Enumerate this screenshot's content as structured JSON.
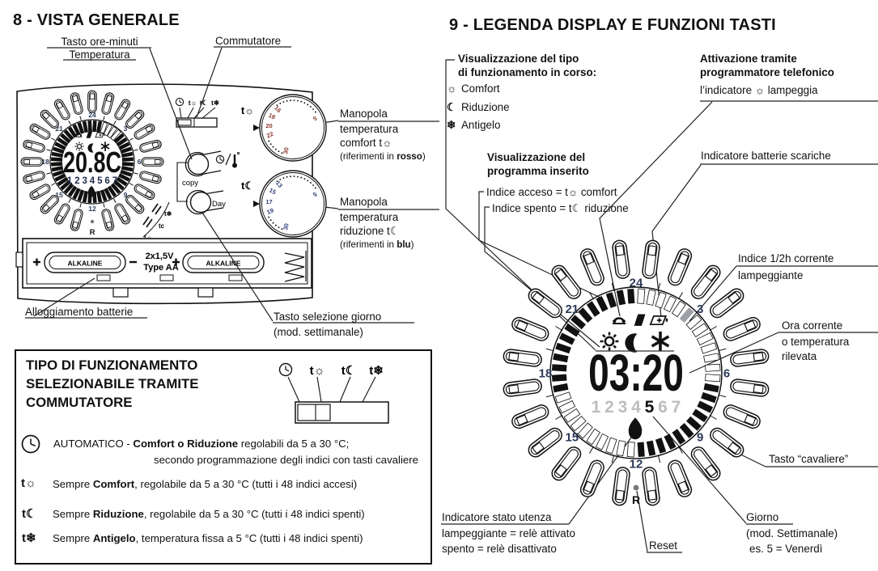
{
  "page": {
    "bg": "#ffffff",
    "ink": "#1a1a1a"
  },
  "left": {
    "title": "8 - VISTA GENERALE",
    "tasto_ore": {
      "l1": "Tasto ore-minuti",
      "l2": "Temperatura"
    },
    "commutatore": "Commutatore",
    "manopola_comfort": {
      "l1": "Manopola",
      "l2": "temperatura",
      "l3": "comfort t☼",
      "l4_pre": "(riferimenti in ",
      "l4_bold": "rosso",
      "l4_post": ")"
    },
    "manopola_riduzione": {
      "l1": "Manopola",
      "l2": "temperatura",
      "l3": "riduzione t☾",
      "l4_pre": "(riferimenti in ",
      "l4_bold": "blu",
      "l4_post": ")"
    },
    "alloggiamento": "Alloggiamento batterie",
    "tasto_giorno": {
      "l1": "Tasto selezione giorno",
      "l2": "(mod. settimanale)"
    },
    "device": {
      "copy": "copy",
      "day": "Day",
      "alkaline": "ALKALINE",
      "battery_spec_1": "2x1,5V",
      "battery_spec_2": "Type AA",
      "switch_sun": "t☼",
      "switch_moon": "t☾",
      "switch_snow": "t❄",
      "marks": [
        "t❄",
        "tc",
        "t☼"
      ]
    },
    "box": {
      "title_l1": "TIPO DI FUNZIONAMENTO",
      "title_l2": "SELEZIONABILE TRAMITE",
      "title_l3": "COMMUTATORE",
      "switch_sun": "t☼",
      "switch_moon": "t☾",
      "switch_snow": "t❄",
      "rows": [
        {
          "icon": "",
          "pre": "AUTOMATICO - ",
          "bold": "Comfort o Riduzione",
          "post": " regolabili da 5 a 30 °C;",
          "line2": "secondo programmazione degli indici con tasti cavaliere"
        },
        {
          "icon": "t☼",
          "pre": "Sempre ",
          "bold": "Comfort",
          "post": ", regolabile da 5 a 30 °C (tutti i 48 indici accesi)",
          "line2": ""
        },
        {
          "icon": "t☾",
          "pre": "Sempre ",
          "bold": "Riduzione",
          "post": ", regolabile da 5 a 30 °C (tutti i 48 indici spenti)",
          "line2": ""
        },
        {
          "icon": "t❄",
          "pre": "Sempre ",
          "bold": "Antigelo",
          "post": ", temperatura fissa a 5 °C (tutti i 48 indici spenti)",
          "line2": ""
        }
      ]
    }
  },
  "right": {
    "title": "9 - LEGENDA DISPLAY E FUNZIONI TASTI",
    "tipo": {
      "t1": "Visualizzazione del tipo",
      "t2": "di funzionamento in corso:",
      "items": [
        {
          "icon": "☼",
          "label": "Comfort"
        },
        {
          "icon": "☾",
          "label": "Riduzione"
        },
        {
          "icon": "❄",
          "label": "Antigelo"
        }
      ]
    },
    "attivazione": {
      "t1": "Attivazione tramite",
      "t2": "programmatore telefonico",
      "t3_pre": "l’indicatore ",
      "t3_icon": "☼",
      "t3_post": " lampeggia"
    },
    "batterie": "Indicatore batterie scariche",
    "programma": {
      "t1": "Visualizzazione del",
      "t2": "programma inserito",
      "acceso": "Indice acceso = t☼ comfort",
      "spento": "Indice spento = t☾ riduzione"
    },
    "indice_mezzora": {
      "t1": "Indice 1/2h corrente",
      "t2": "lampeggiante"
    },
    "ora": {
      "t1": "Ora corrente",
      "t2": "o temperatura",
      "t3": "rilevata"
    },
    "cavaliere": "Tasto “cavaliere”",
    "giorno": {
      "t1": "Giorno",
      "t2": "(mod. Settimanale)",
      "t3": "es. 5 = Venerdì"
    },
    "reset": "Reset",
    "utenza": {
      "t1": "Indicatore stato utenza",
      "t2": "lampeggiante = relè attivato",
      "t3": "spento = relè disattivato"
    }
  },
  "dials": {
    "hours": [
      "24",
      "3",
      "6",
      "9",
      "12",
      "15",
      "18",
      "21"
    ],
    "hour_color": "#2c3a59",
    "left": {
      "time": "20.8C",
      "days": "1234567",
      "reset": "R",
      "segments": "ffeeeeffffffffffffffffffffffffffffffffffffffffff"
    },
    "right": {
      "time": "03:20",
      "days": "1234567",
      "active_day_index": 4,
      "reset": "R",
      "segments": "eeeeegeeeeeeefffffffffffeeeeeeeeeeffffffffffffff"
    }
  },
  "knobs": {
    "comfort": {
      "label": "t☼",
      "numbers": [
        "5",
        "16",
        "18",
        "20",
        "22",
        "30"
      ],
      "color": "#8a3b2e"
    },
    "riduzione": {
      "label": "t☾",
      "numbers": [
        "5",
        "13",
        "15",
        "17",
        "19",
        "30"
      ],
      "color": "#2e3f7a"
    }
  }
}
